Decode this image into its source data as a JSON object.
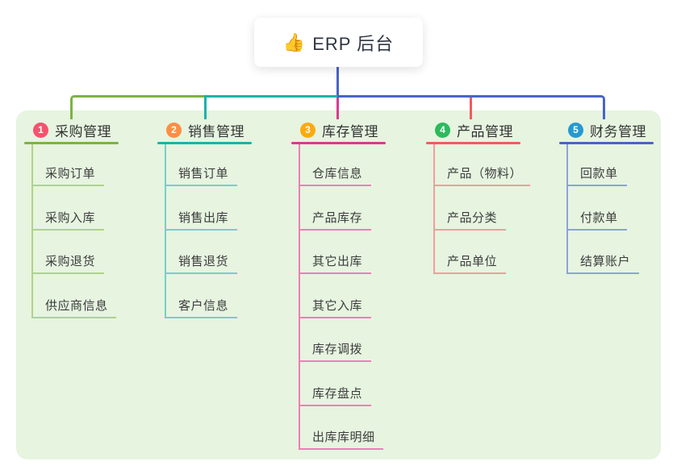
{
  "root": {
    "icon": "👍",
    "label": "ERP 后台"
  },
  "branches": [
    {
      "badge": "1",
      "label": "采购管理",
      "children": [
        "采购订单",
        "采购入库",
        "采购退货",
        "供应商信息"
      ]
    },
    {
      "badge": "2",
      "label": "销售管理",
      "children": [
        "销售订单",
        "销售出库",
        "销售退货",
        "客户信息"
      ]
    },
    {
      "badge": "3",
      "label": "库存管理",
      "children": [
        "仓库信息",
        "产品库存",
        "其它出库",
        "其它入库",
        "库存调拨",
        "库存盘点",
        "出库库明细"
      ]
    },
    {
      "badge": "4",
      "label": "产品管理",
      "children": [
        "产品（物料）",
        "产品分类",
        "产品单位"
      ]
    },
    {
      "badge": "5",
      "label": "财务管理",
      "children": [
        "回款单",
        "付款单",
        "结算账户"
      ]
    }
  ],
  "colors": {
    "canvas_panel": "#e6f4e0",
    "root_connector": "#4a63c8",
    "branch_palette": [
      {
        "main": "#7cb342",
        "light": "#aed581",
        "badge": "#f4536e"
      },
      {
        "main": "#17b3ab",
        "light": "#76cfc8",
        "badge": "#fd8f44"
      },
      {
        "main": "#d93a92",
        "light": "#f07eb5",
        "badge": "#fbaa0f"
      },
      {
        "main": "#f15b5e",
        "light": "#f79a9c",
        "badge": "#2cba5d"
      },
      {
        "main": "#4a63c8",
        "light": "#8ba3dc",
        "badge": "#2699d2"
      }
    ]
  }
}
